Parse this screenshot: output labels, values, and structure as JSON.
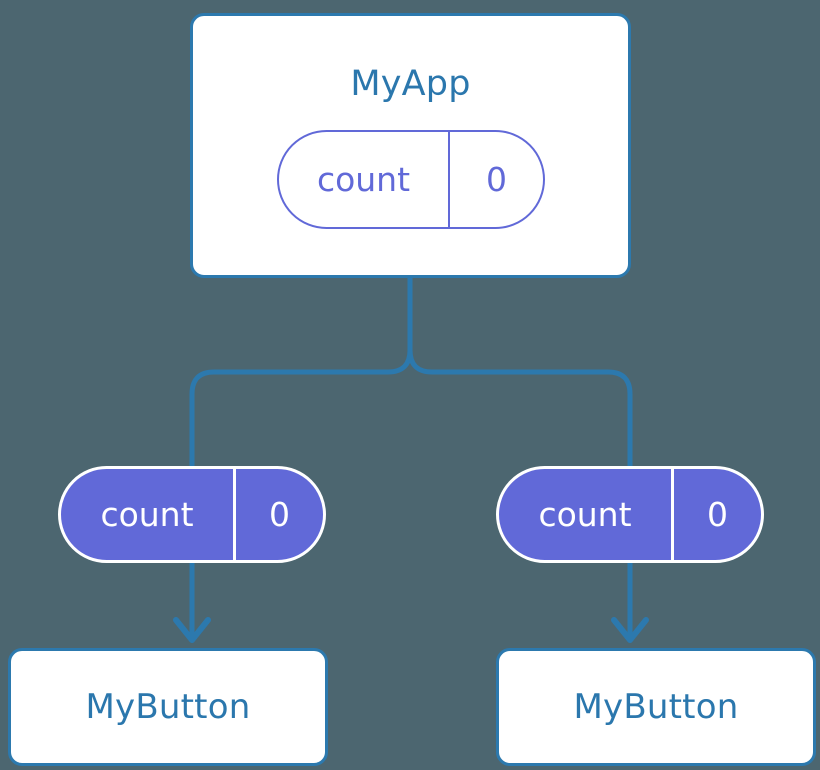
{
  "diagram": {
    "type": "component-state-flow",
    "background_color": "#4c6670",
    "accent_blue": "#2b77ad",
    "accent_purple": "#6169d8",
    "white": "#ffffff",
    "root": {
      "title": "MyApp",
      "state": {
        "key": "count",
        "value": "0"
      }
    },
    "children": [
      {
        "title": "MyButton",
        "prop": {
          "key": "count",
          "value": "0"
        }
      },
      {
        "title": "MyButton",
        "prop": {
          "key": "count",
          "value": "0"
        }
      }
    ]
  }
}
